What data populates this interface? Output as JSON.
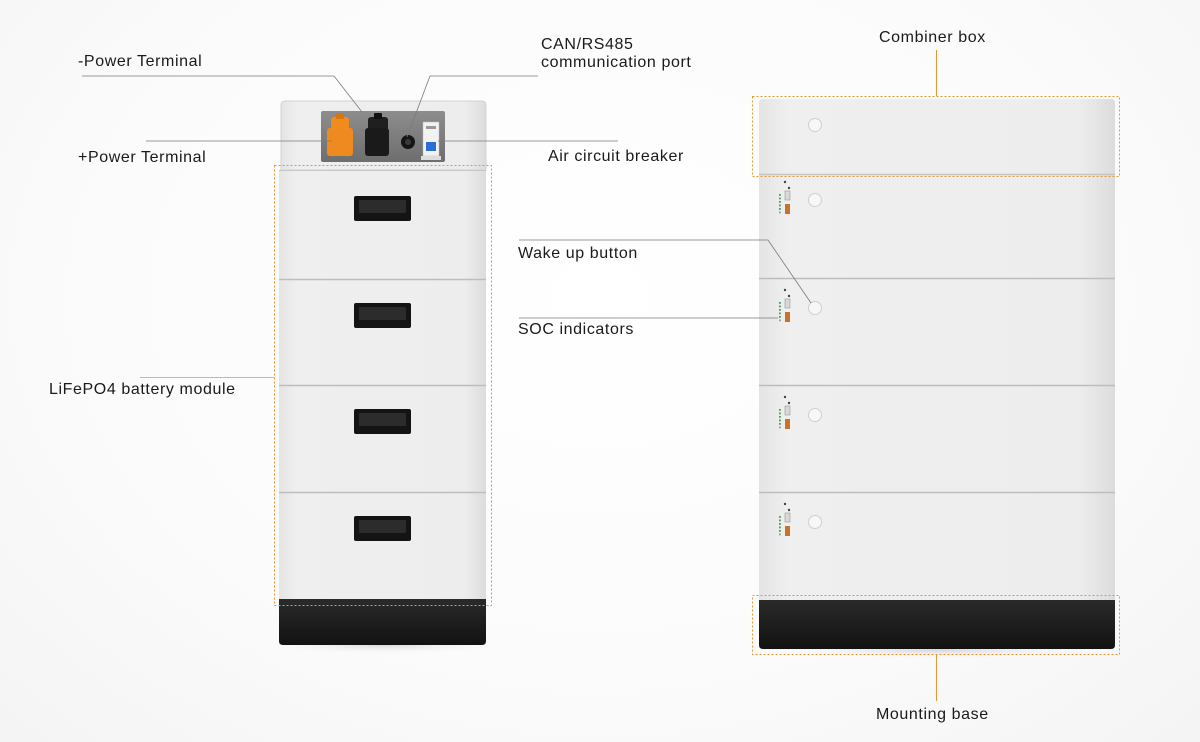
{
  "labels": {
    "neg_power": "-Power Terminal",
    "can_port_line1": "CAN/RS485",
    "can_port_line2": "communication port",
    "pos_power": "+Power Terminal",
    "air_breaker": "Air circuit breaker",
    "battery_module": "LiFePO4 battery module",
    "combiner_box": "Combiner box",
    "wake_up": "Wake up button",
    "soc": "SOC indicators",
    "mounting_base": "Mounting base"
  },
  "colors": {
    "callout_orange": "#e8963a",
    "leader_gray": "#7a7a7a",
    "panel_light": "#ececec",
    "panel_seam": "#bdbdbd",
    "base_black": "#1b1b1b",
    "terminal_orange": "#ee8a1f",
    "breaker_blue": "#2b6fd6"
  },
  "icons": {
    "handle": "handle-icon",
    "wake_button": "wake-button-icon",
    "soc_led": "soc-led-icon"
  }
}
